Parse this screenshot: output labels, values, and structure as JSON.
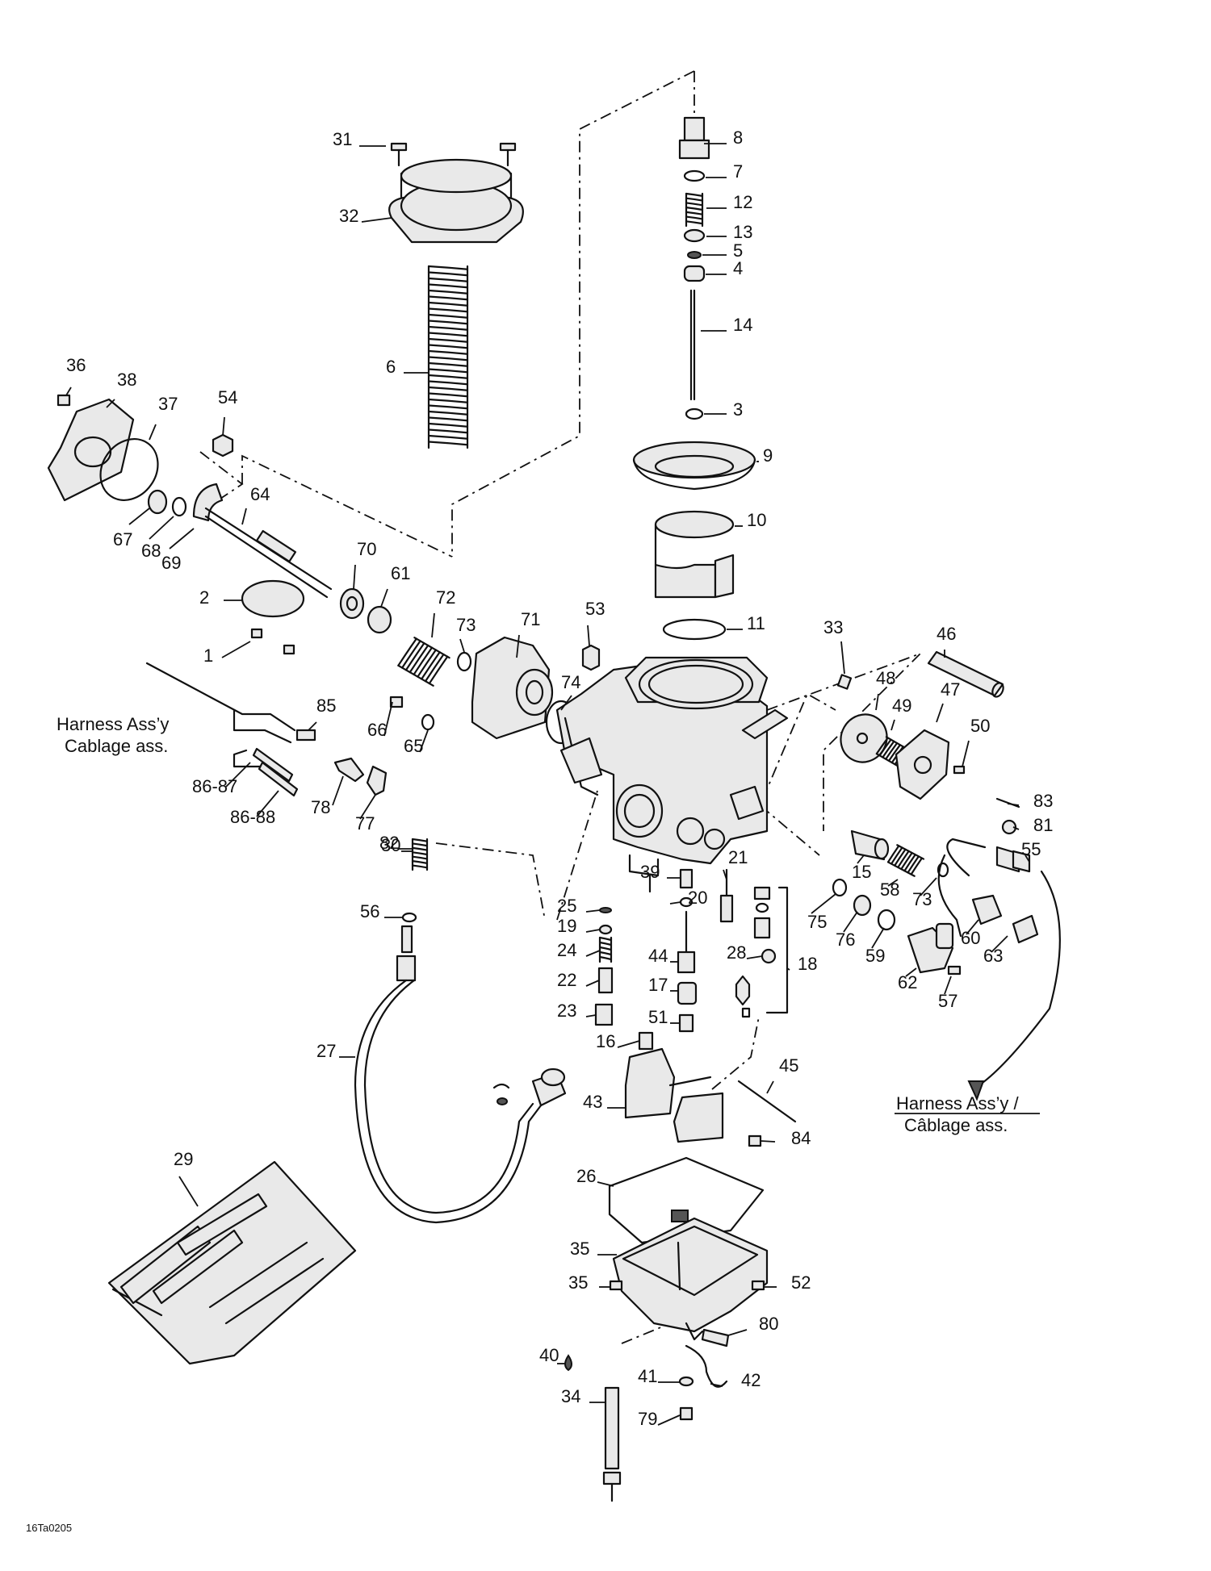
{
  "diagram_code": "16Ta0205",
  "harness_left": {
    "line1": "Harness Ass’y",
    "line2": "Cablage ass."
  },
  "harness_right": {
    "line1": "Harness Ass’y /",
    "line2": "Câblage ass."
  },
  "callouts": [
    "31",
    "32",
    "6",
    "8",
    "7",
    "12",
    "13",
    "5",
    "4",
    "14",
    "3",
    "9",
    "10",
    "11",
    "36",
    "38",
    "37",
    "54",
    "64",
    "67",
    "68",
    "69",
    "70",
    "61",
    "72",
    "73",
    "71",
    "2",
    "1",
    "53",
    "74",
    "33",
    "46",
    "48",
    "49",
    "47",
    "50",
    "85",
    "66",
    "65",
    "86-87",
    "86-88",
    "78",
    "77",
    "82",
    "83",
    "81",
    "55",
    "30",
    "39",
    "21",
    "25",
    "20",
    "19",
    "24",
    "44",
    "28",
    "18",
    "22",
    "17",
    "23",
    "51",
    "16",
    "15",
    "58",
    "73",
    "75",
    "76",
    "59",
    "60",
    "63",
    "62",
    "57",
    "56",
    "27",
    "45",
    "43",
    "84",
    "29",
    "26",
    "35",
    "35",
    "52",
    "80",
    "40",
    "41",
    "42",
    "34",
    "79"
  ]
}
